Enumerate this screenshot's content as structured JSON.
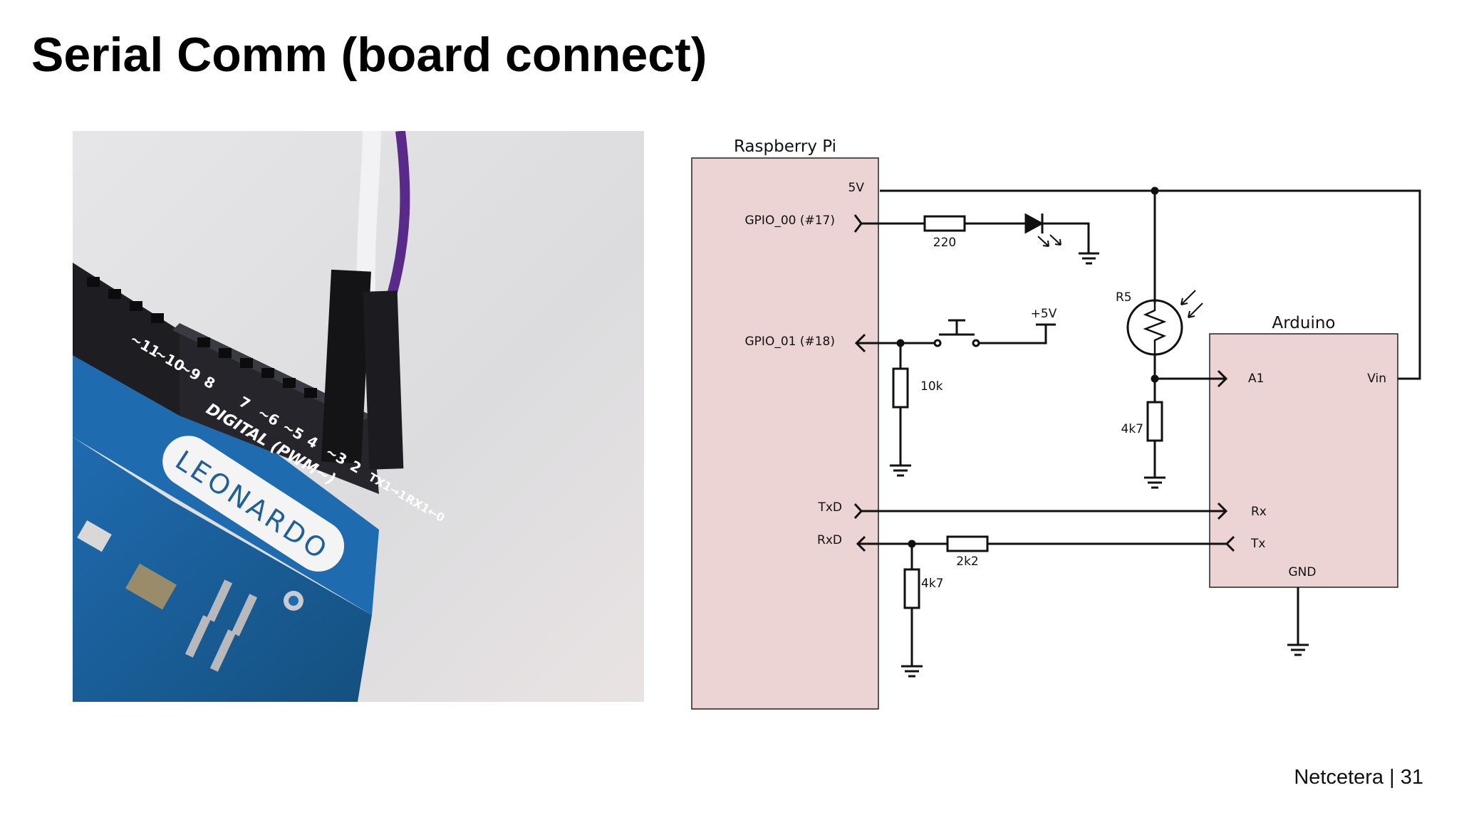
{
  "slide": {
    "title": "Serial Comm (board connect)",
    "footer_brand": "Netcetera",
    "footer_sep": "|",
    "page_number": "31"
  },
  "photo": {
    "board_name": "LEONARDO",
    "header_label": "DIGITAL (PWM~)",
    "pins": [
      "~11",
      "~10",
      "~9",
      "8",
      "7",
      "~6",
      "~5",
      "4",
      "~3",
      "2",
      "TX1→1",
      "RX1←0"
    ]
  },
  "schematic": {
    "rpi_title": "Raspberry Pi",
    "arduino_title": "Arduino",
    "pins": {
      "v5": "5V",
      "gpio00": "GPIO_00 (#17)",
      "gpio01": "GPIO_01 (#18)",
      "txd": "TxD",
      "rxd": "RxD",
      "a1": "A1",
      "vin": "Vin",
      "rx": "Rx",
      "tx": "Tx",
      "gnd": "GND"
    },
    "components": {
      "r220": "220",
      "r10k": "10k",
      "r5": "R5",
      "r4k7_top": "4k7",
      "r2k2": "2k2",
      "r4k7_bottom": "4k7",
      "plus5v": "+5V"
    },
    "colors": {
      "rpi_fill": "#ecd3d4",
      "arduino_fill": "#ecd3d4",
      "wire": "#111111"
    }
  }
}
